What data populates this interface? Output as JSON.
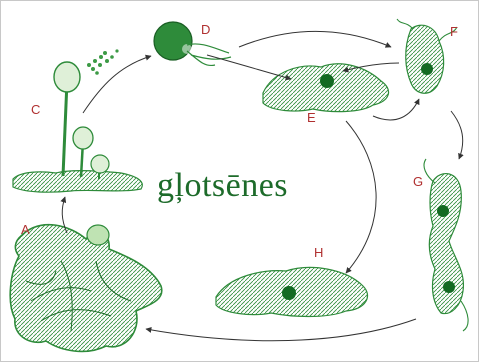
{
  "title": "gļotsēnes",
  "labels": {
    "a": "A",
    "b": "C",
    "c": "D",
    "d": "E",
    "e": "F",
    "f": "G",
    "g": "H"
  },
  "colors": {
    "organism": "#2e8b3a",
    "organism_light": "#bfe3b3",
    "nucleus": "#136a22",
    "arrow": "#333333",
    "label": "#b03030",
    "title": "#1d6b2a"
  }
}
